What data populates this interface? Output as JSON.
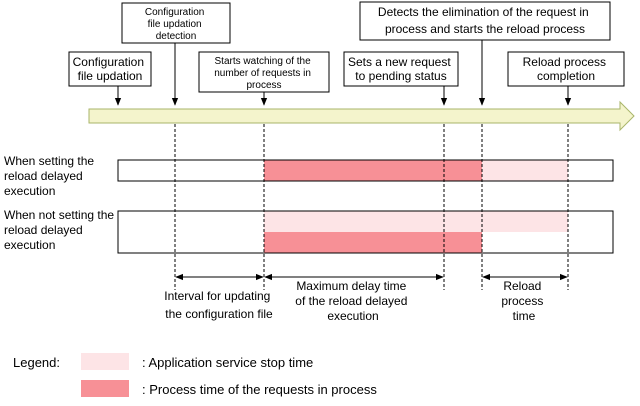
{
  "colors": {
    "arrow_fill": "#f4f4cc",
    "arrow_stroke": "#a9b56a",
    "stop_time": "#fde4e6",
    "request_time": "#f79096",
    "line": "#000000"
  },
  "events": [
    {
      "id": "config_update",
      "lines": [
        "Configuration",
        "file updation"
      ]
    },
    {
      "id": "update_detect",
      "lines": [
        "Configuration",
        "file updation",
        "detection"
      ]
    },
    {
      "id": "start_watch",
      "lines": [
        "Starts watching of the",
        "number of requests in",
        "process"
      ]
    },
    {
      "id": "pending",
      "lines": [
        "Sets a new request",
        "to pending status"
      ]
    },
    {
      "id": "detect_elim",
      "lines": [
        "Detects the elimination of the request in",
        "process and starts the reload process"
      ]
    },
    {
      "id": "reload_done",
      "lines": [
        "Reload process",
        "completion"
      ]
    }
  ],
  "rows": [
    {
      "id": "delayed",
      "lines": [
        "When setting the",
        "reload delayed",
        "execution"
      ]
    },
    {
      "id": "not_delayed",
      "lines": [
        "When not setting the",
        "reload delayed",
        "execution"
      ]
    }
  ],
  "intervals": [
    {
      "id": "update_interval",
      "lines": [
        "Interval for updating",
        "the configuration file"
      ]
    },
    {
      "id": "max_delay",
      "lines": [
        "Maximum delay time",
        "of the reload delayed",
        "execution"
      ]
    },
    {
      "id": "reload_time",
      "lines": [
        "Reload",
        "process",
        "time"
      ]
    }
  ],
  "legend": {
    "title": "Legend:",
    "stop_label": ": Application service stop time",
    "request_label": ": Process time of the requests in process"
  }
}
